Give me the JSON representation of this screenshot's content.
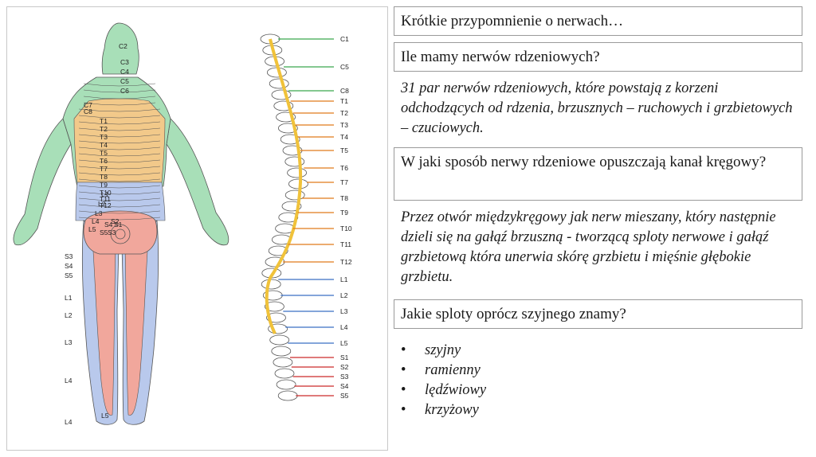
{
  "slide": {
    "heading": "Krótkie przypomnienie o nerwach…",
    "question1": "Ile mamy nerwów rdzeniowych?",
    "answer1": "31 par nerwów rdzeniowych, które powstają z korzeni odchodzących od rdzenia, brzusznych – ruchowych i grzbietowych – czuciowych.",
    "question2": "W jaki sposób nerwy rdzeniowe opuszczają kanał kręgowy?",
    "answer2": "Przez otwór międzykręgowy jak nerw mieszany, który następnie dzieli się na gałąź brzuszną  - tworzącą sploty nerwowe i gałąź grzbietową która unerwia skórę grzbietu i mięśnie głębokie grzbietu.",
    "question3": "Jakie sploty oprócz szyjnego znamy?",
    "plexuses": [
      "szyjny",
      "ramienny",
      "lędźwiowy",
      "krzyżowy"
    ]
  },
  "figure": {
    "body_labels": [
      "C2",
      "C3",
      "C4",
      "C5",
      "C6",
      "C7",
      "C8",
      "T1",
      "T2",
      "T3",
      "T4",
      "T5",
      "T6",
      "T7",
      "T8",
      "T9",
      "T10",
      "T11",
      "T12",
      "L1",
      "L2",
      "L3",
      "L4",
      "L5",
      "S1",
      "S2",
      "S3",
      "S4",
      "S5",
      "S3",
      "S4",
      "S5",
      "L1",
      "L2",
      "L3",
      "L4",
      "L4",
      "L5"
    ],
    "spine_labels": [
      "C1",
      "C5",
      "C8",
      "T1",
      "T2",
      "T3",
      "T4",
      "T5",
      "T6",
      "T7",
      "T8",
      "T9",
      "T10",
      "T11",
      "T12",
      "L1",
      "L2",
      "L3",
      "L4",
      "L5",
      "S1",
      "S2",
      "S3",
      "S4",
      "S5"
    ],
    "colors": {
      "cervical": "#a8dfb8",
      "thoracic": "#f2c98a",
      "lumbar": "#b9c9ec",
      "sacral": "#f1a79c",
      "spinal_cord": "#f0c23a",
      "cervical_line": "#3aa84e",
      "thoracic_line": "#e07b1a",
      "lumbar_line": "#3a6fc4",
      "sacral_line": "#cc2a2a"
    }
  }
}
